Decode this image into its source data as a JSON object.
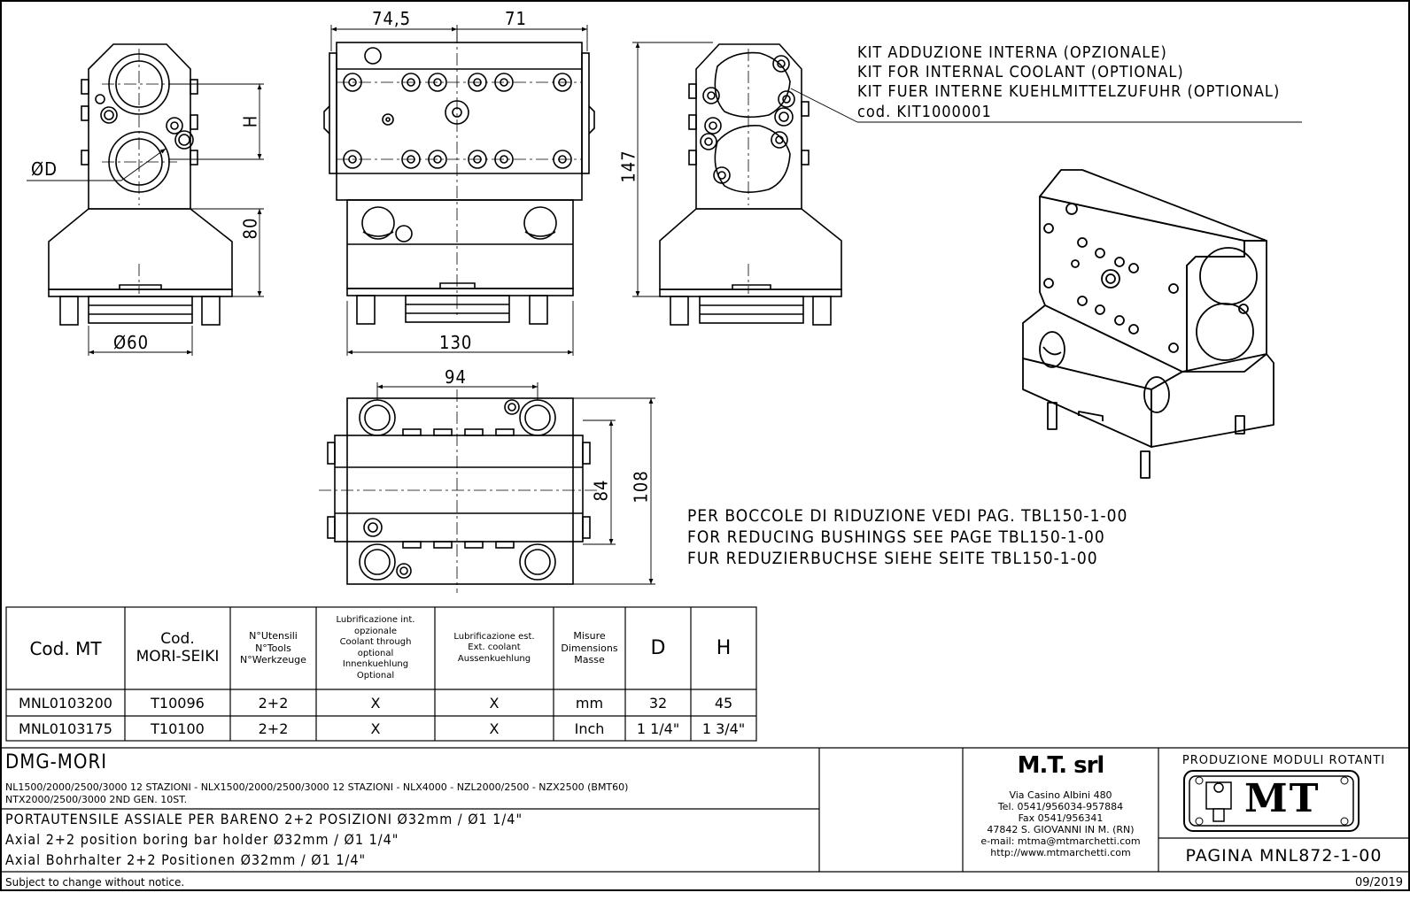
{
  "dimensions": {
    "d_74_5": "74,5",
    "d_71": "71",
    "d_h": "H",
    "d_phi_d": "ØD",
    "d_80": "80",
    "d_phi_60": "Ø60",
    "d_130": "130",
    "d_147": "147",
    "d_94": "94",
    "d_84": "84",
    "d_108": "108"
  },
  "coolant_kit_note": {
    "line1": "KIT ADDUZIONE INTERNA (OPZIONALE)",
    "line2": "KIT FOR INTERNAL COOLANT (OPTIONAL)",
    "line3": "KIT FUER INTERNE KUEHLMITTELZUFUHR (OPTIONAL)",
    "line4": "cod. KIT1000001"
  },
  "bushing_note": {
    "line1": "PER BOCCOLE DI RIDUZIONE VEDI PAG. TBL150-1-00",
    "line2": "FOR REDUCING BUSHINGS SEE PAGE TBL150-1-00",
    "line3": "FUR REDUZIERBUCHSE SIEHE SEITE TBL150-1-00"
  },
  "spec_table": {
    "headers": {
      "cod_mt": "Cod. MT",
      "cod_mori_1": "Cod.",
      "cod_mori_2": "MORI-SEIKI",
      "tools_1": "N°Utensili",
      "tools_2": "N°Tools",
      "tools_3": "N°Werkzeuge",
      "int_1": "Lubrificazione int.",
      "int_2": "opzionale",
      "int_3": "Coolant through",
      "int_4": "optional",
      "int_5": "Innenkuehlung",
      "int_6": "Optional",
      "ext_1": "Lubrificazione est.",
      "ext_2": "Ext. coolant",
      "ext_3": "Aussenkuehlung",
      "dim_1": "Misure",
      "dim_2": "Dimensions",
      "dim_3": "Masse",
      "d": "D",
      "h": "H"
    },
    "rows": [
      {
        "cod_mt": "MNL0103200",
        "cod_mori": "T10096",
        "tools": "2+2",
        "int": "X",
        "ext": "X",
        "unit": "mm",
        "d": "32",
        "h": "45"
      },
      {
        "cod_mt": "MNL0103175",
        "cod_mori": "T10100",
        "tools": "2+2",
        "int": "X",
        "ext": "X",
        "unit": "Inch",
        "d": "1 1/4\"",
        "h": "1 3/4\""
      }
    ]
  },
  "title_block": {
    "brand": "DMG-MORI",
    "machines_1": "NL1500/2000/2500/3000 12 STAZIONI - NLX1500/2000/2500/3000 12 STAZIONI - NLX4000 - NZL2000/2500 - NZX2500 (BMT60)",
    "machines_2": "NTX2000/2500/3000 2ND GEN. 10ST.",
    "desc_it": "PORTAUTENSILE ASSIALE PER BARENO 2+2 POSIZIONI Ø32mm / Ø1 1/4\"",
    "desc_en": "Axial 2+2 position boring bar holder Ø32mm / Ø1 1/4\"",
    "desc_de": "Axial Bohrhalter 2+2 Positionen Ø32mm / Ø1 1/4\""
  },
  "company": {
    "name": "M.T. srl",
    "address": "Via Casino Albini 480",
    "tel": "Tel. 0541/956034-957884",
    "fax": "Fax 0541/956341",
    "city": "47842 S. GIOVANNI IN M. (RN)",
    "email": "e-mail: mtma@mtmarchetti.com",
    "web": "http://www.mtmarchetti.com",
    "production": "PRODUZIONE MODULI ROTANTI",
    "logo": "MT",
    "page": "PAGINA MNL872-1-00"
  },
  "footer": {
    "notice": "Subject to change without notice.",
    "date": "09/2019"
  }
}
